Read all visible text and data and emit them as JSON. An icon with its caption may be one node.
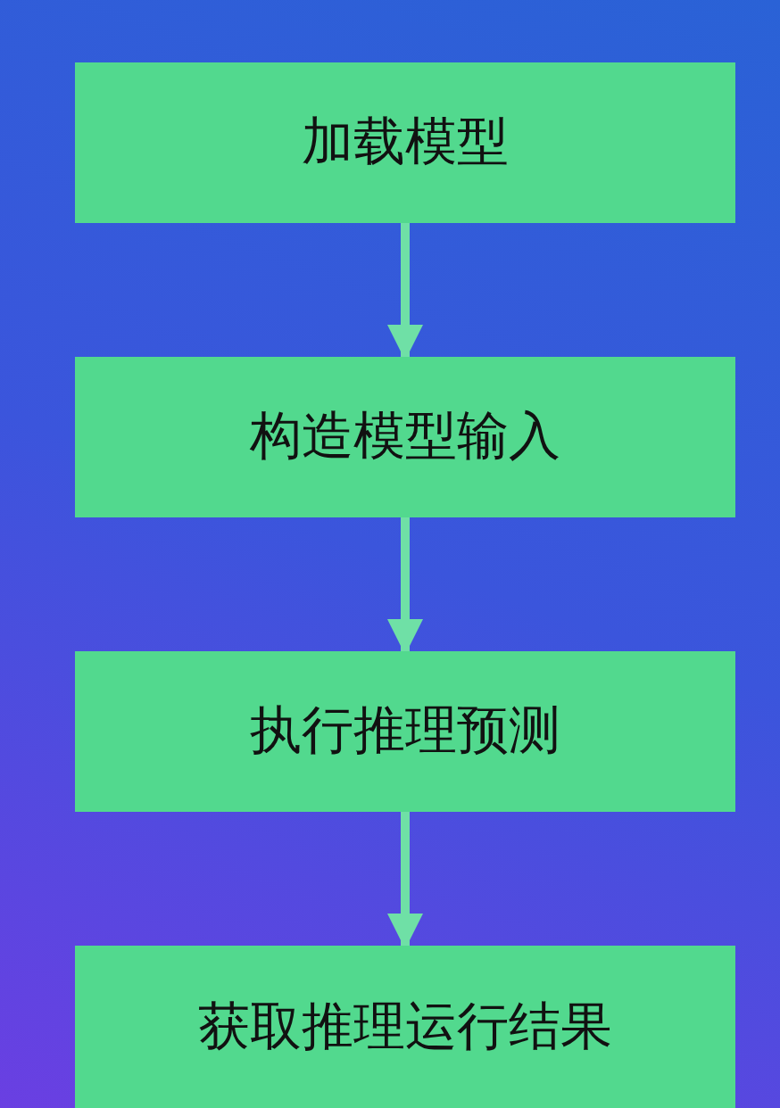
{
  "diagram": {
    "nodes": [
      {
        "text": [
          "加载模型"
        ]
      },
      {
        "text": [
          "构造模型输入"
        ]
      },
      {
        "text": [
          "执行推理预测"
        ]
      },
      {
        "text": [
          "获取推理运行结果"
        ]
      }
    ],
    "edges": [
      {
        "from": 0,
        "to": 1,
        "arrow": "to"
      },
      {
        "from": 1,
        "to": 2,
        "arrow": "to"
      },
      {
        "from": 2,
        "to": 3,
        "arrow": "to"
      }
    ]
  }
}
